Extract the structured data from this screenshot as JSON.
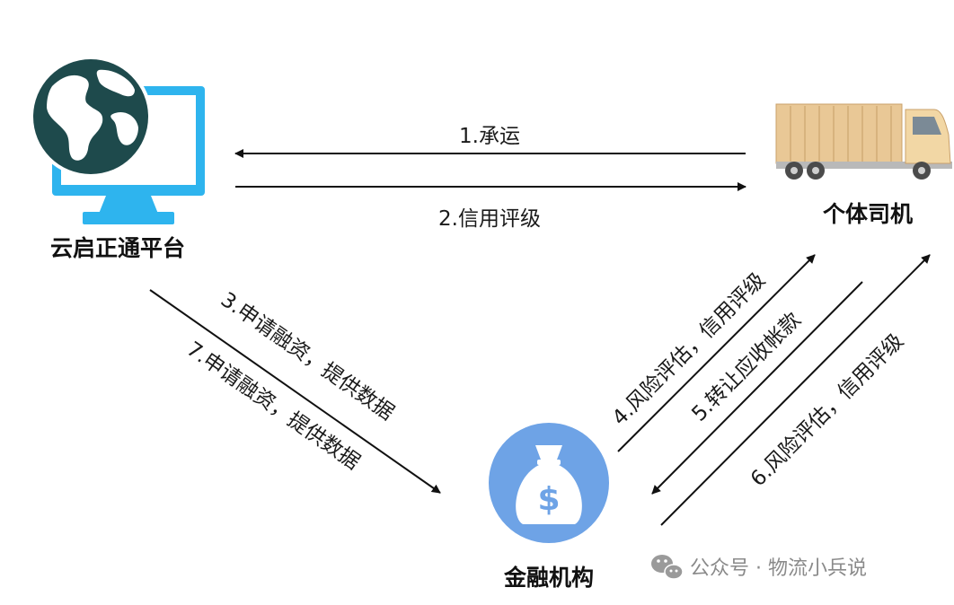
{
  "nodes": {
    "platform": {
      "label": "云启正通平台"
    },
    "driver": {
      "label": "个体司机"
    },
    "finance": {
      "label": "金融机构"
    }
  },
  "edges": {
    "e1": "1.承运",
    "e2": "2.信用评级",
    "e3": "3.申请融资，提供数据",
    "e4": "4.风险评估，信用评级",
    "e5": "5.转让应收帐款",
    "e6": "6.风险评估，信用评级",
    "e7": "7.申请融资，提供数据"
  },
  "watermark": {
    "text": "公众号 · 物流小兵说"
  },
  "colors": {
    "globe": "#1e4a4c",
    "monitor": "#2eb4ee",
    "bag": "#6ea3e6",
    "truck_box": "#e9c896",
    "truck_cab": "#f2d7a5",
    "arrow": "#111111"
  }
}
